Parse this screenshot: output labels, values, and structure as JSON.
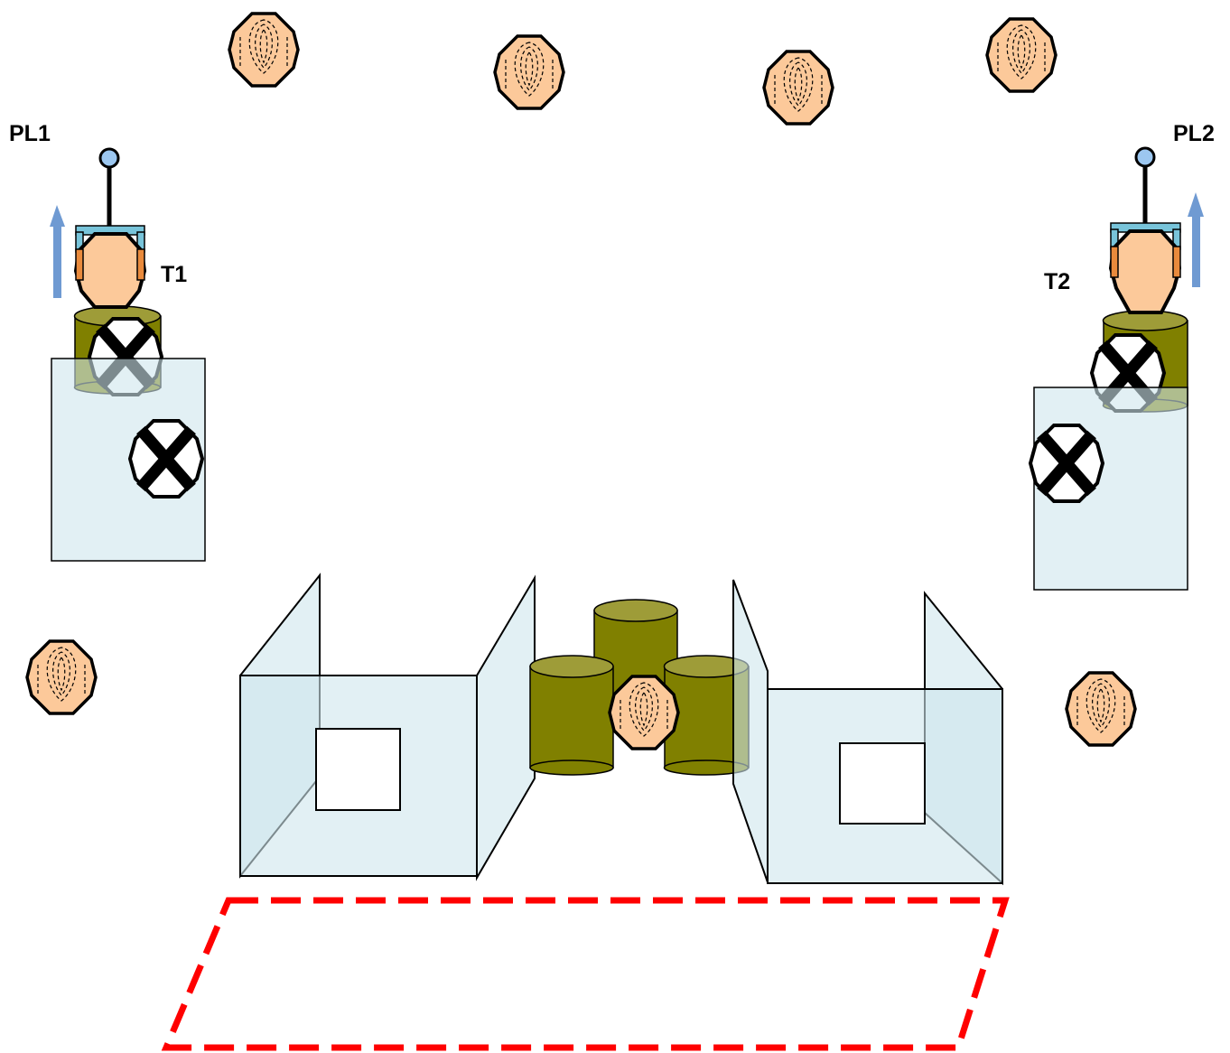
{
  "labels": {
    "pl1": "PL1",
    "pl2": "PL2",
    "t1": "T1",
    "t2": "T2"
  },
  "colors": {
    "face_fill": "#fcc99a",
    "cylinder_fill": "#808000",
    "glass_fill": "#cfe6ec",
    "arrow": "#6f9ad2",
    "handle_ball": "#9cc7f0",
    "zone_border": "#ff0000"
  },
  "icons": {
    "bystander": "octagon-face-icon",
    "removed": "crossed-octagon-icon",
    "direction": "up-arrow-icon"
  }
}
